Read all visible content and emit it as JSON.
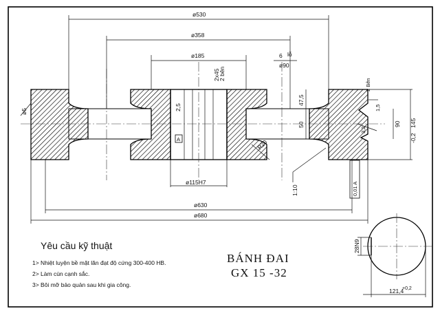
{
  "dims": {
    "d530": "ø530",
    "d358": "ø358",
    "d185": "ø185",
    "d90": "ø90",
    "six": "6",
    "lo": "lỗ",
    "chamfer_a": "2x45",
    "chamfer_b": "2 bên",
    "r25": "2,5",
    "d5": "ø5",
    "h475": "47,5",
    "h50": "50",
    "h90": "90",
    "h145": "145",
    "h145_tol": "-0,2",
    "side_a": "2 Bên",
    "side_b": "1,5",
    "r32": "3,2",
    "r20": "R20",
    "datum": "A",
    "taper": "1:10",
    "runout": "0,01 A",
    "d115": "ø115H7",
    "d630": "ø630",
    "d680": "ø680",
    "key_w": "28N9",
    "key_h": "121,4",
    "key_h_tol": "+0,2"
  },
  "requirements": {
    "heading": "Yêu cầu kỹ thuật",
    "items": [
      "1> Nhiệt luyện bề mặt lăn đạt độ cứng 300-400 HB.",
      "2> Làm cùn cạnh sắc.",
      "3> Bôi mỡ bảo quản sau khi gia công."
    ]
  },
  "title": {
    "line1": "BÁNH ĐAI",
    "line2": "GX 15 -32"
  }
}
